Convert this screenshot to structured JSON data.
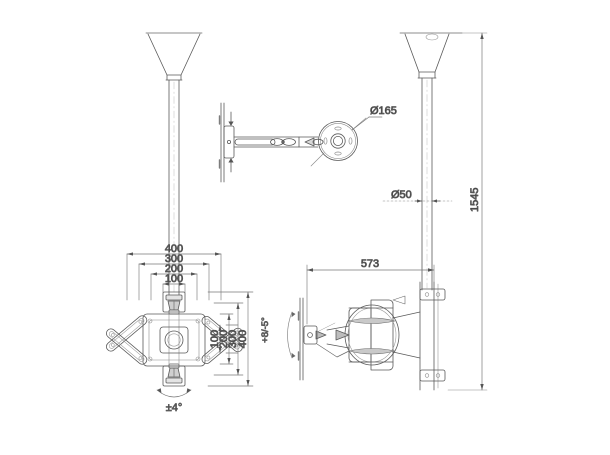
{
  "drawing": {
    "type": "technical-line-drawing",
    "subject": "Ceiling mounted television bracket",
    "background_color": "#ffffff",
    "line_color": "#555555",
    "dimension_line_color": "#7a7a7a",
    "text_color": "#1a1a1a",
    "views": [
      {
        "id": "front-elevation",
        "label": "front-elevation-view"
      },
      {
        "id": "top-arm-detail",
        "label": "top-arm-detail-view"
      },
      {
        "id": "side-elevation",
        "label": "side-elevation-view"
      }
    ]
  },
  "dimensions": {
    "ceiling_plate_diameter": "Ø165",
    "pole_diameter": "Ø50",
    "total_drop_height": "1545",
    "arm_extension": "573",
    "vesa_horizontal": [
      "400",
      "300",
      "200",
      "100"
    ],
    "vesa_vertical": [
      "400",
      "300",
      "200",
      "100"
    ],
    "swivel_angle": "±4°",
    "tilt_angle": "+8/-5°"
  },
  "labels": {
    "d165": "Ø165",
    "d50": "Ø50",
    "h1545": "1545",
    "l573": "573",
    "h400": "400",
    "h300": "300",
    "h200": "200",
    "h100": "100",
    "v400": "400",
    "v300": "300",
    "v200": "200",
    "v100": "100",
    "swivel": "±4°",
    "tilt": "+8/-5°"
  }
}
